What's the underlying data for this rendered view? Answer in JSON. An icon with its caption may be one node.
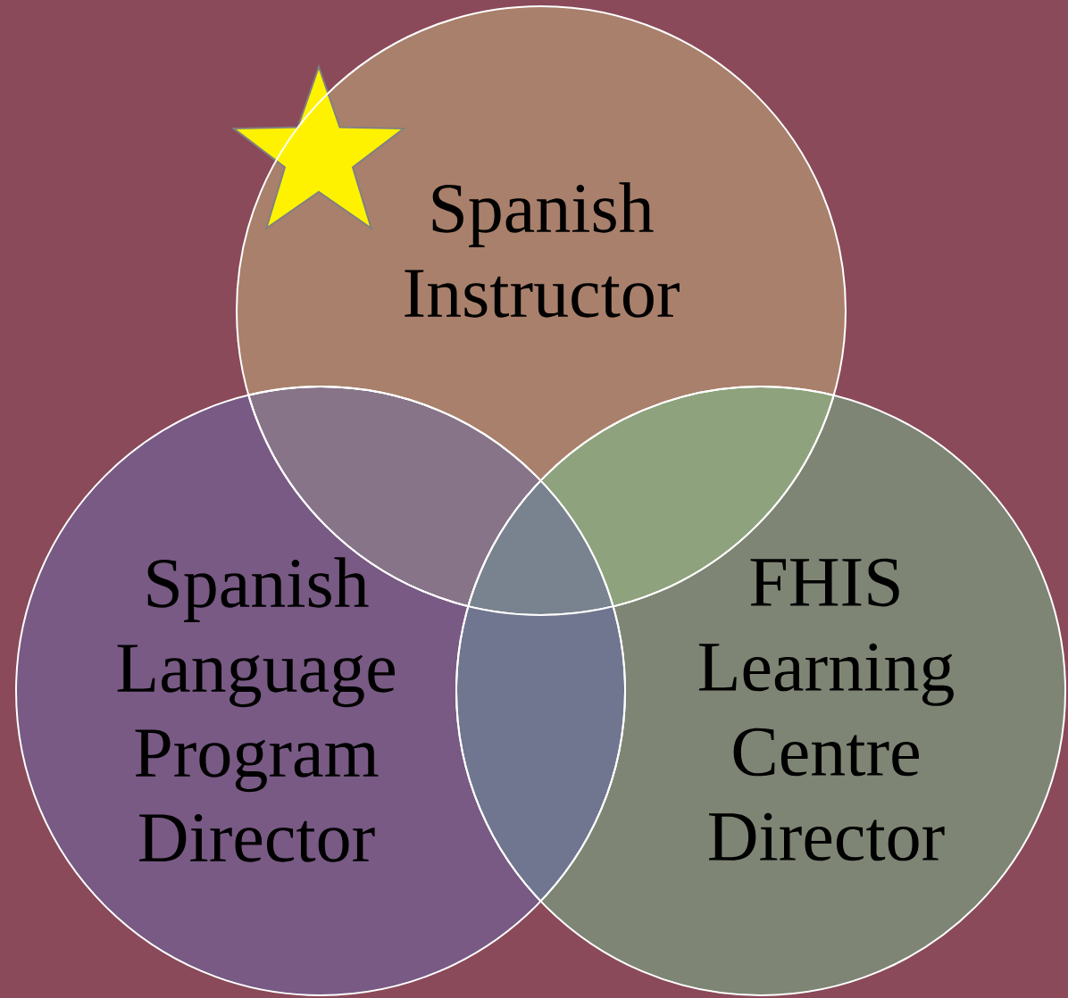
{
  "diagram": {
    "nodes": [
      {
        "text": [
          "Spanish Instructor"
        ]
      },
      {
        "text": [
          "Spanish Language Program Director"
        ]
      },
      {
        "text": [
          "FHIS Learning Centre Director"
        ]
      }
    ]
  }
}
